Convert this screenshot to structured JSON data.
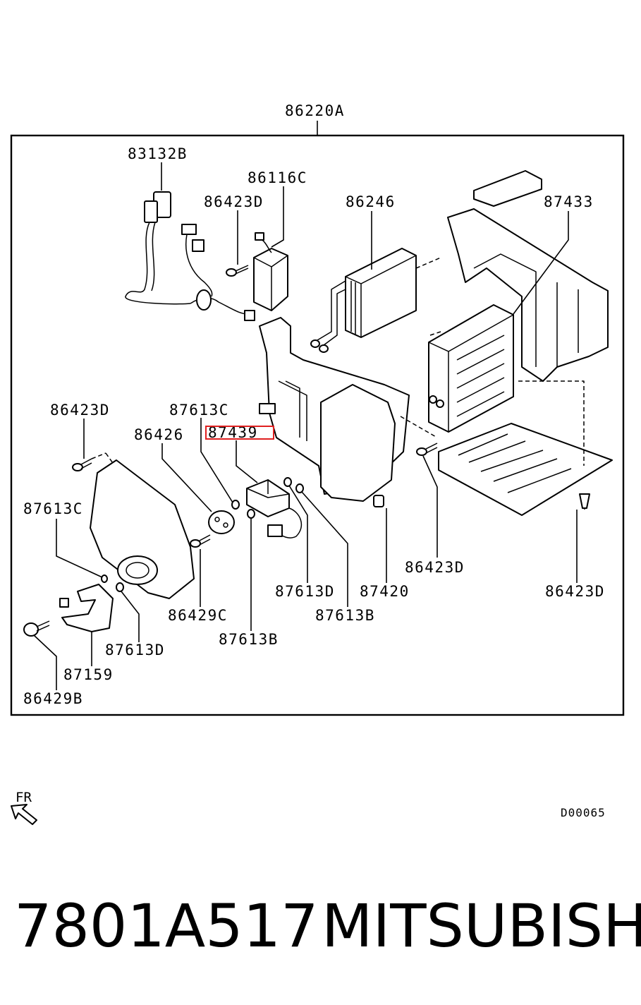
{
  "diagram": {
    "assembly_label": "86220A",
    "callouts": {
      "harness": "83132B",
      "actuator": "86116C",
      "screw_actuator": "86423D",
      "heater_core": "86246",
      "case_upper": "87433",
      "screw_left": "86423D",
      "gasket_upper": "87613C",
      "grommet": "86426",
      "highlighted_part": "87439",
      "gasket_left": "87613C",
      "screw_bracket": "86429C",
      "gasket_small_a": "87613D",
      "plug": "87420",
      "screw_tray": "86423D",
      "screw_clip": "86423D",
      "gasket_small_b": "87613B",
      "gasket_bottom": "87613B",
      "gasket_bottom_left": "87613D",
      "hose": "87159",
      "bolt": "86429B"
    },
    "direction_label": "FR",
    "drawing_code": "D00065"
  },
  "caption": {
    "part_number": "7801A517",
    "brand": "MITSUBISHI"
  },
  "colors": {
    "highlight": "#e02020",
    "ink": "#000000",
    "background": "#ffffff"
  }
}
